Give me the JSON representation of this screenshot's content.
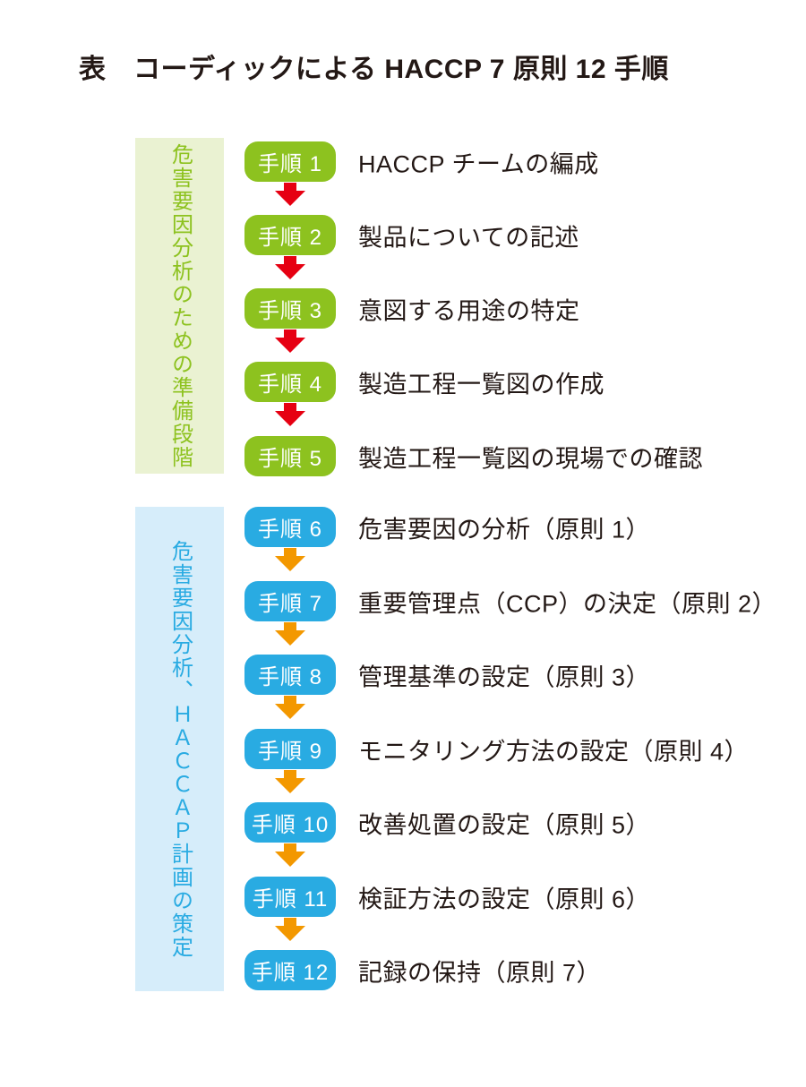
{
  "title": "表　コーディックによる HACCP 7 原則 12 手順",
  "colors": {
    "green_badge": "#8dc21f",
    "green_band_bg": "#eaf2d2",
    "green_band_text": "#8dc21f",
    "blue_badge": "#29abe2",
    "blue_band_bg": "#d6edfa",
    "blue_band_text": "#29abe2",
    "red_arrow": "#e60012",
    "orange_arrow": "#f39800",
    "text": "#231815"
  },
  "sections": {
    "preparation": {
      "label": "危害要因分析のための準備段階"
    },
    "planning": {
      "label": "危害要因分析、ＨＡＣＣＡＰ計画の策定"
    }
  },
  "steps": [
    {
      "badge": "手順 1",
      "label": "HACCP チームの編成"
    },
    {
      "badge": "手順 2",
      "label": "製品についての記述"
    },
    {
      "badge": "手順 3",
      "label": "意図する用途の特定"
    },
    {
      "badge": "手順 4",
      "label": "製造工程一覧図の作成"
    },
    {
      "badge": "手順 5",
      "label": "製造工程一覧図の現場での確認"
    },
    {
      "badge": "手順 6",
      "label": "危害要因の分析（原則 1）"
    },
    {
      "badge": "手順 7",
      "label": "重要管理点（CCP）の決定（原則 2）"
    },
    {
      "badge": "手順 8",
      "label": "管理基準の設定（原則 3）"
    },
    {
      "badge": "手順 9",
      "label": "モニタリング方法の設定（原則 4）"
    },
    {
      "badge": "手順 10",
      "label": "改善処置の設定（原則 5）"
    },
    {
      "badge": "手順 11",
      "label": "検証方法の設定（原則 6）"
    },
    {
      "badge": "手順 12",
      "label": "記録の保持（原則 7）"
    }
  ]
}
